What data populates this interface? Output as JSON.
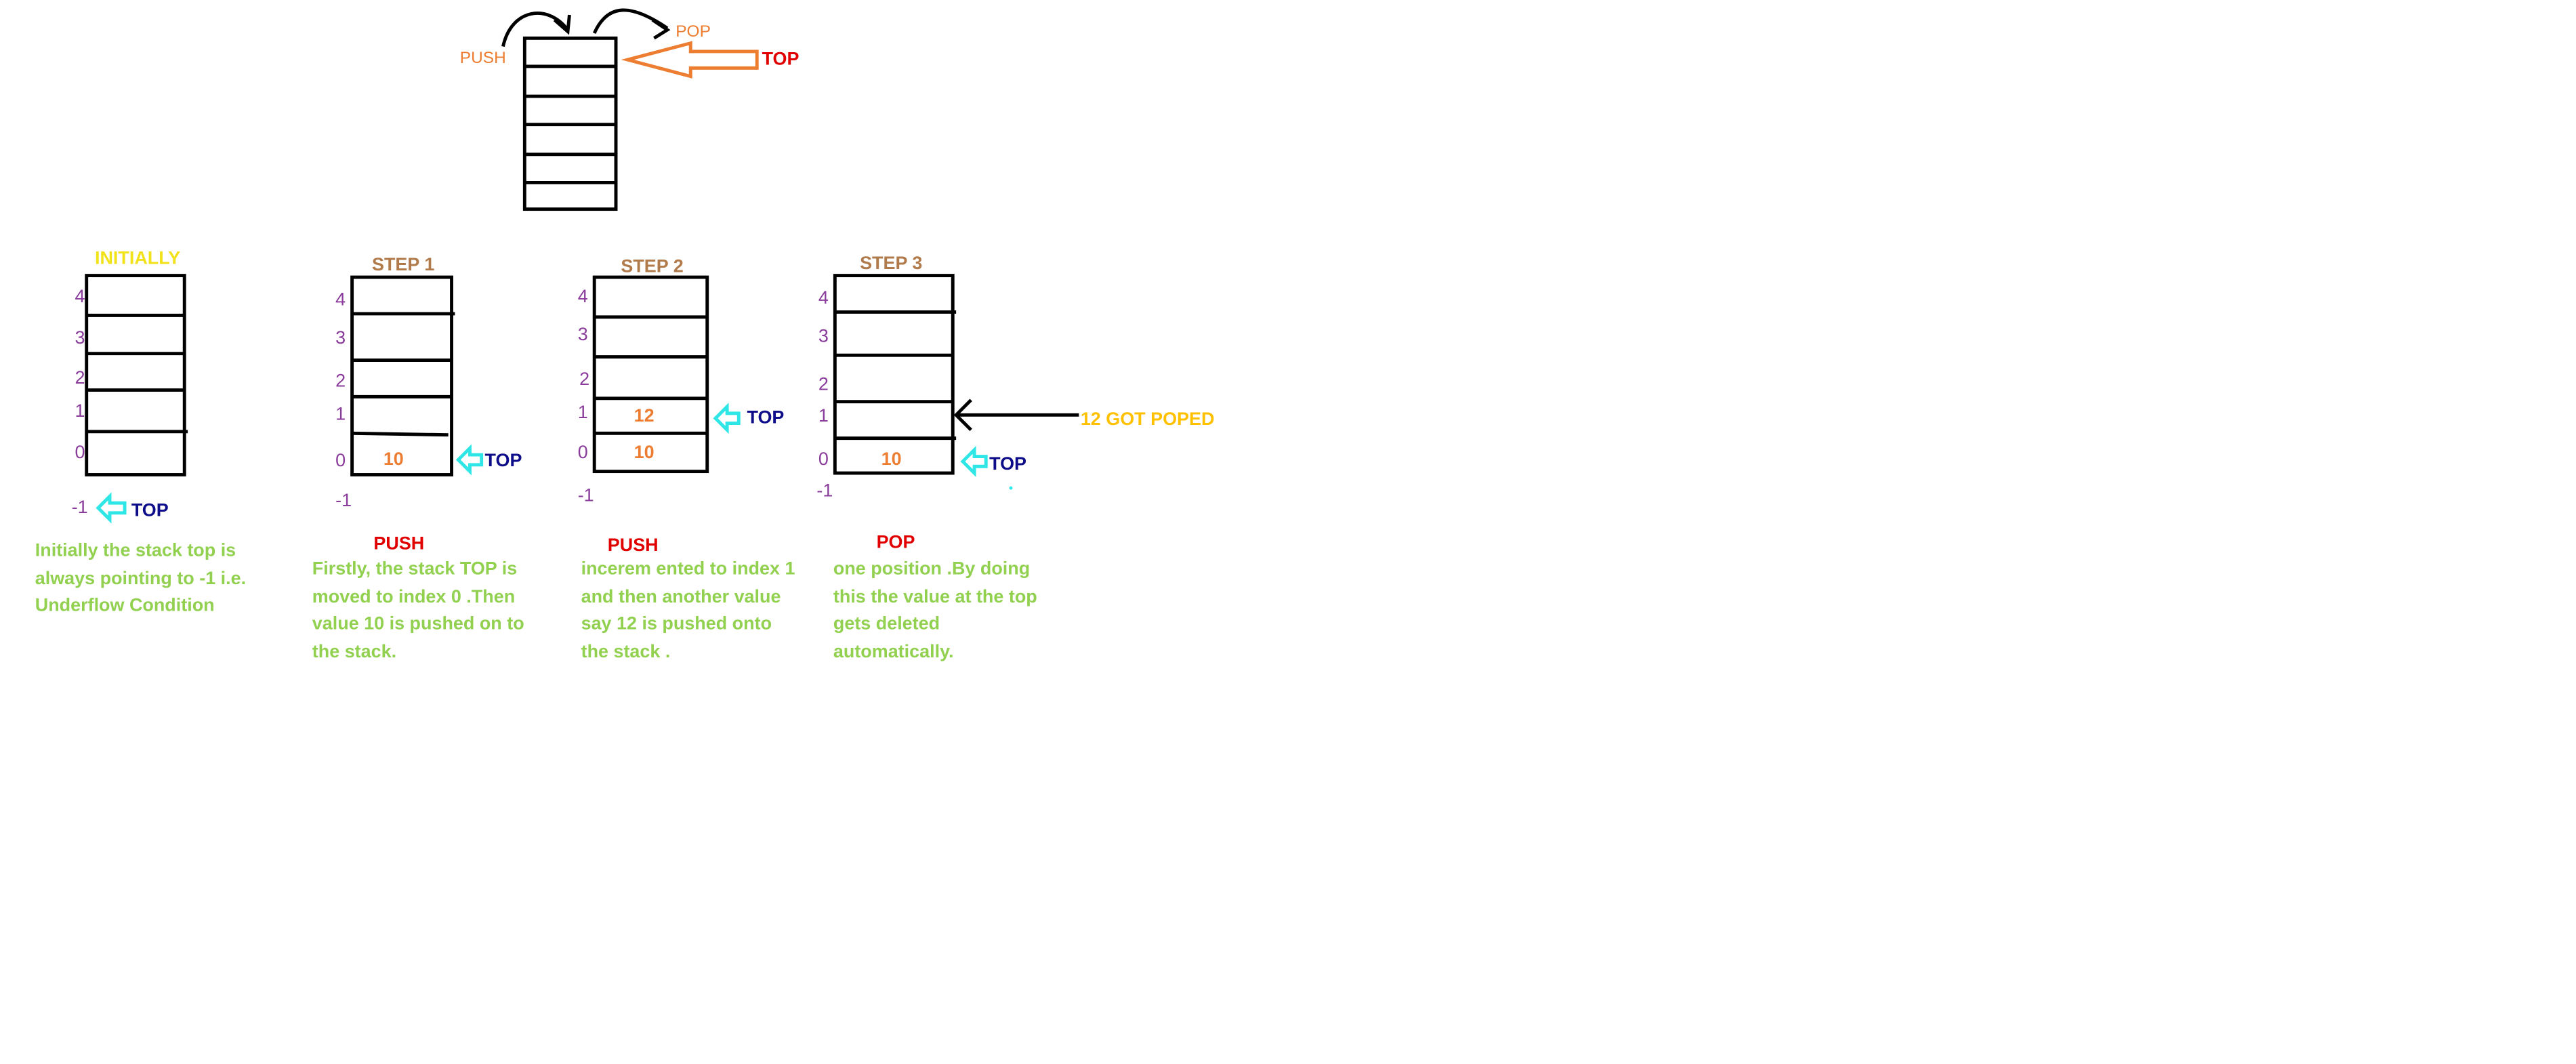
{
  "colors": {
    "outline": "#000000",
    "push_pop_label": "#ed7d31",
    "top_label_red": "#e00000",
    "initially_title": "#f2e21a",
    "step_title": "#b07a4a",
    "index_label": "#8a3c9b",
    "value_text": "#ed7d31",
    "top_label_navy": "#0d0d8a",
    "pointer_arrow": "#2ee6e6",
    "description_text": "#92d050",
    "op_title": "#e00000",
    "poped_text": "#ffc000"
  },
  "header": {
    "push_label": "PUSH",
    "pop_label": "POP",
    "top_label": "TOP"
  },
  "stages": [
    {
      "title": "INITIALLY",
      "indices": [
        "4",
        "3",
        "2",
        "1",
        "0"
      ],
      "bottom_index": "-1",
      "values": [
        "",
        "",
        "",
        "",
        ""
      ],
      "top_label": "TOP",
      "top_points_to": "-1",
      "op_label": "",
      "description": [
        "Initially the stack top is",
        "always pointing to -1 i.e.",
        "Underflow Condition"
      ]
    },
    {
      "title": "STEP 1",
      "indices": [
        "4",
        "3",
        "2",
        "1",
        "0"
      ],
      "bottom_index": "-1",
      "values": [
        "",
        "",
        "",
        "",
        "10"
      ],
      "top_label": "TOP",
      "top_points_to": "0",
      "op_label": "PUSH",
      "description": [
        "Firstly, the stack TOP is",
        "moved to index 0 .Then",
        "value 10 is pushed on to",
        "the stack."
      ]
    },
    {
      "title": "STEP 2",
      "indices": [
        "4",
        "3",
        "2",
        "1",
        "0"
      ],
      "bottom_index": "-1",
      "values": [
        "",
        "",
        "",
        "12",
        "10"
      ],
      "top_label": "TOP",
      "top_points_to": "1",
      "op_label": "PUSH",
      "description": [
        "incerem ented to index 1",
        "and then another value",
        "say 12 is pushed onto",
        "the stack ."
      ]
    },
    {
      "title": "STEP 3",
      "indices": [
        "4",
        "3",
        "2",
        "1",
        "0"
      ],
      "bottom_index": "-1",
      "values": [
        "",
        "",
        "",
        "",
        "10"
      ],
      "top_label": "TOP",
      "top_points_to": "0",
      "op_label": "POP",
      "popped_label": "12 GOT POPED",
      "description": [
        "one position .By doing",
        "this the value at the top",
        "gets deleted",
        "automatically."
      ]
    }
  ]
}
